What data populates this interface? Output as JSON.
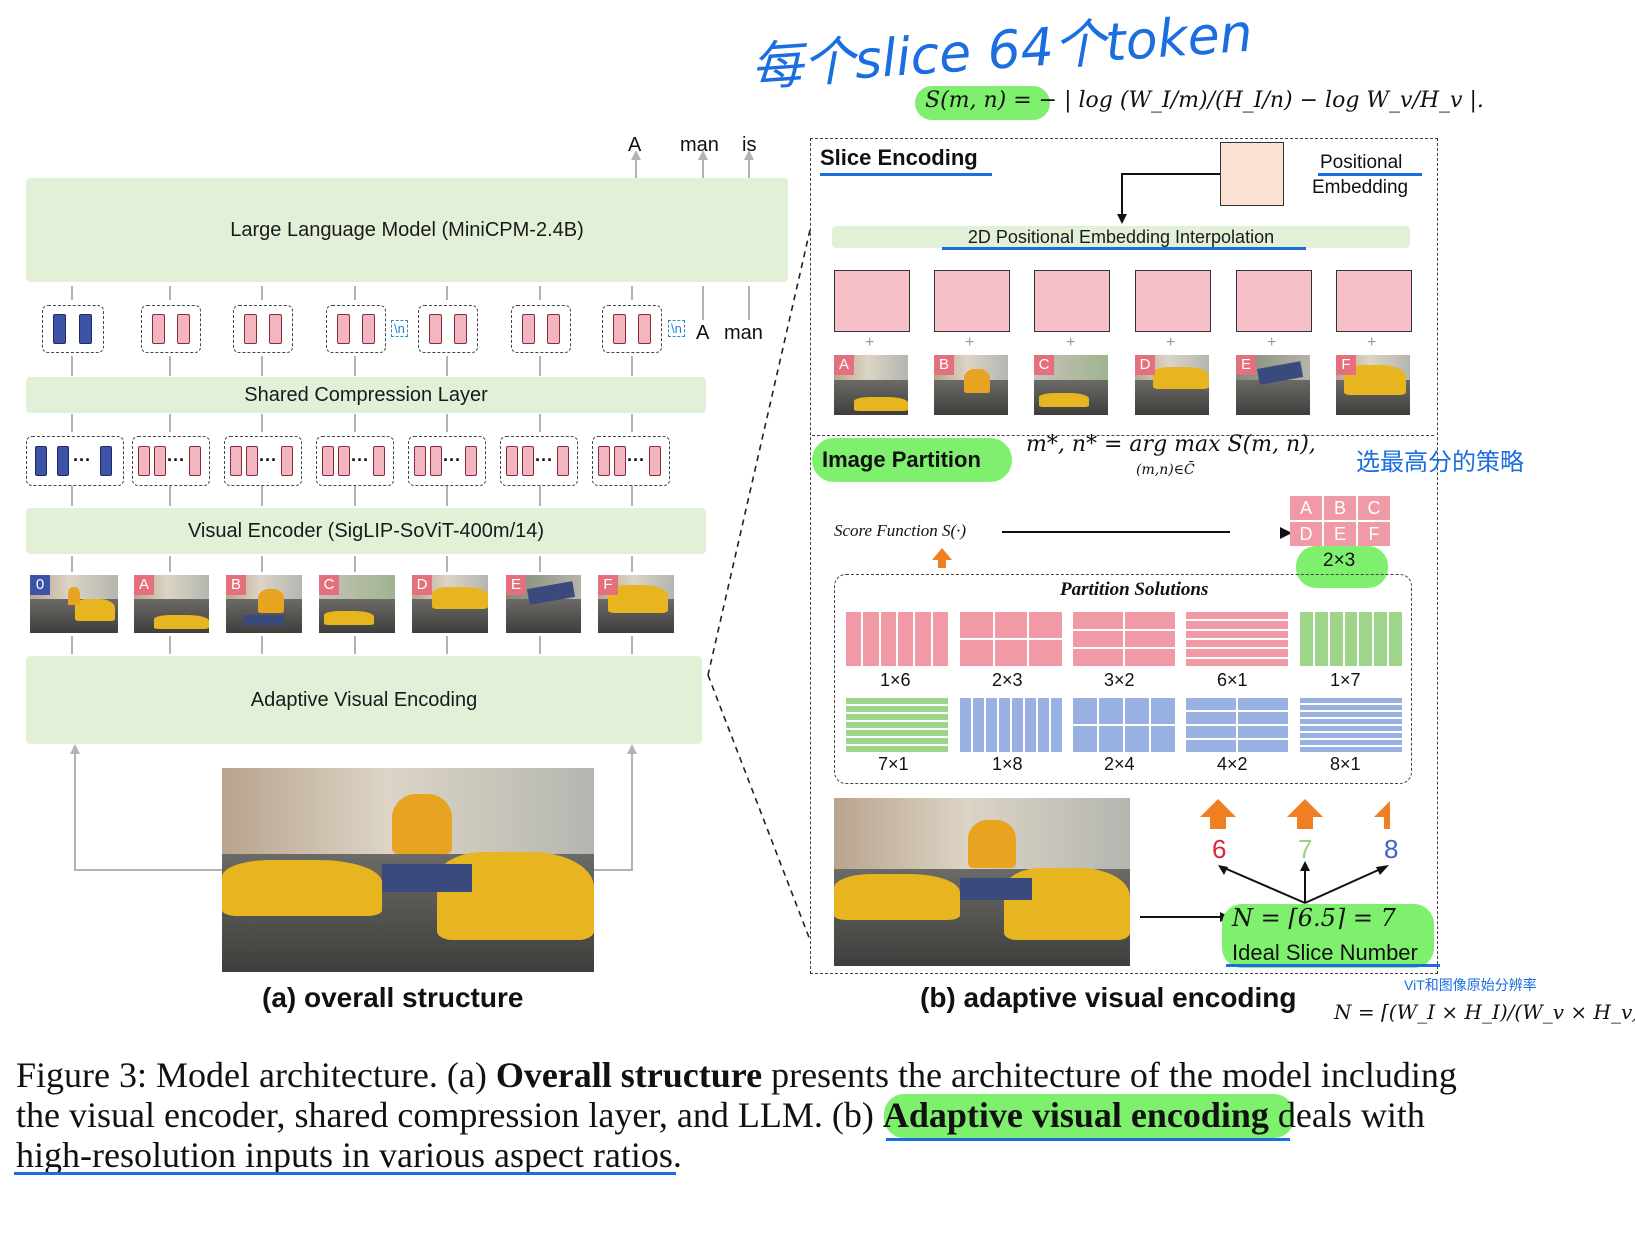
{
  "handwritten_note": "每个slice 64个token",
  "formula_score": "S(m, n) = − | log (W_I/m)/(H_I/n) − log W_v/H_v |.",
  "left": {
    "output_tokens": [
      "A",
      "man",
      "is"
    ],
    "llm_label": "Large Language Model (MiniCPM-2.4B)",
    "input_tokens": [
      "A",
      "man"
    ],
    "newline_token": "\\n",
    "compression_label": "Shared Compression Layer",
    "encoder_label": "Visual Encoder (SigLIP-SoViT-400m/14)",
    "slice_labels": [
      "0",
      "A",
      "B",
      "C",
      "D",
      "E",
      "F"
    ],
    "adaptive_label": "Adaptive Visual Encoding",
    "subtitle": "(a) overall  structure"
  },
  "right": {
    "slice_encoding": "Slice Encoding",
    "positional_embedding": [
      "Positional",
      "Embedding"
    ],
    "interp_label": "2D Positional Embedding Interpolation",
    "plus": "+",
    "slice_labels": [
      "A",
      "B",
      "C",
      "D",
      "E",
      "F"
    ],
    "image_partition": "Image Partition",
    "argmax_formula": "m*, n* = arg max S(m, n),",
    "argmax_sub": "(m,n)∈C̄",
    "note_strategy": "选最高分的策略",
    "score_function": "Score Function S(·)",
    "abc": [
      "A",
      "B",
      "C",
      "D",
      "E",
      "F"
    ],
    "abc_size": "2×3",
    "partition_title": "Partition Solutions",
    "partitions_row1": [
      "1×6",
      "2×3",
      "3×2",
      "6×1",
      "1×7"
    ],
    "partitions_row2": [
      "7×1",
      "1×8",
      "2×4",
      "4×2",
      "8×1"
    ],
    "candidates": [
      "6",
      "7",
      "8"
    ],
    "n_formula": "N = ⌈6.5⌉ = 7",
    "ideal_slice": "Ideal Slice Number",
    "note_vit": "ViT和图像原始分辨率",
    "n_def": "N = ⌈(W_I × H_I)/(W_v × H_v)⌉.",
    "subtitle": "(b) adaptive visual encoding"
  },
  "caption": {
    "line1_a": "Figure 3: Model architecture. (a) ",
    "line1_bold": "Overall structure",
    "line1_b": " presents the architecture of the model including",
    "line2_a": "the visual encoder, shared compression layer, and LLM. (b) ",
    "line2_bold": "Adaptive visual encoding",
    "line2_b": " deals with",
    "line3": "high-resolution inputs in various aspect ratios."
  },
  "colors": {
    "band": "#e3f0d8",
    "highlight": "#7ef06e",
    "pen_blue": "#1a6ee0",
    "arrow_orange": "#f07f22",
    "pink": "#ef9aa5",
    "green": "#9fd58a",
    "blue": "#98b0e2"
  }
}
